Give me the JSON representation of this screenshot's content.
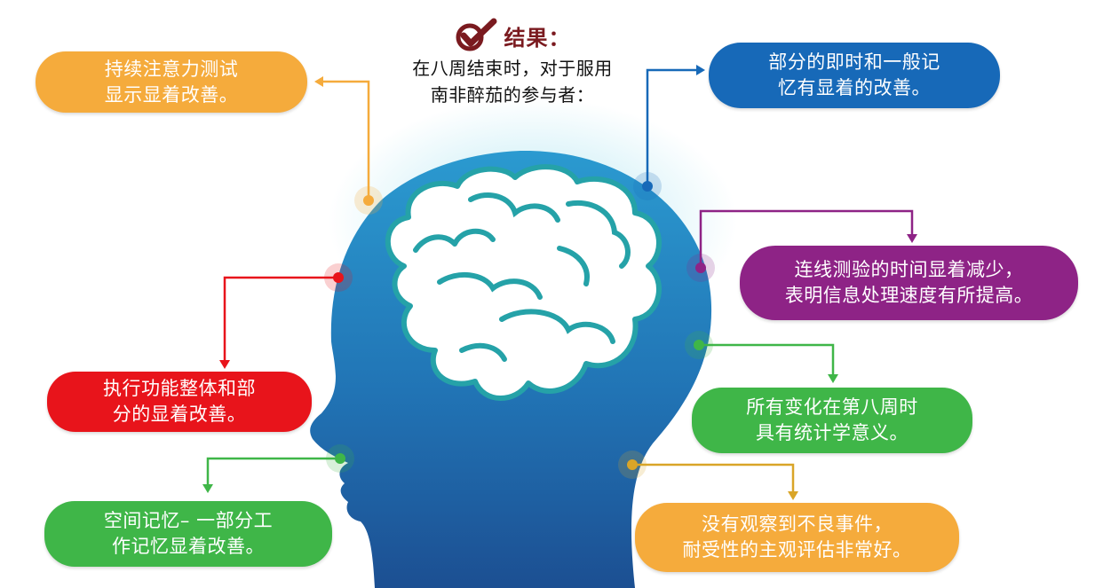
{
  "header": {
    "icon": "check-mark-icon",
    "title": "结果：",
    "lines": [
      "在八周结束时，对于服用",
      "南非醉茄的参与者："
    ]
  },
  "colors": {
    "title": "#7a1a1f",
    "orange": "#f5ab3c",
    "blue": "#1769b8",
    "purple": "#8e2386",
    "red": "#e8141b",
    "green": "#3fb648",
    "mustard": "#d9a528",
    "head_dark": "#1c4f92",
    "head_light": "#2b9ad0",
    "brain_fill": "#ffffff",
    "brain_line": "#25a2a8"
  },
  "findings": [
    {
      "id": "sustained-attention",
      "color": "#f5ab3c",
      "lines": [
        "持续注意力测试",
        "显示显着改善。"
      ]
    },
    {
      "id": "memory",
      "color": "#1769b8",
      "lines": [
        "部分的即时和一般记",
        "忆有显着的改善。"
      ]
    },
    {
      "id": "trail-making",
      "color": "#8e2386",
      "lines": [
        "连线测验的时间显着减少，",
        "表明信息处理速度有所提高。"
      ]
    },
    {
      "id": "executive-function",
      "color": "#e8141b",
      "lines": [
        "执行功能整体和部",
        "分的显着改善。"
      ]
    },
    {
      "id": "statistical-significance",
      "color": "#3fb648",
      "lines": [
        "所有变化在第八周时",
        "具有统计学意义。"
      ]
    },
    {
      "id": "spatial-memory",
      "color": "#3fb648",
      "lines": [
        "空间记忆– 一部分工",
        "作记忆显着改善。"
      ]
    },
    {
      "id": "tolerability",
      "color": "#f5ab3c",
      "lines": [
        "没有观察到不良事件，",
        "耐受性的主观评估非常好。"
      ]
    }
  ]
}
